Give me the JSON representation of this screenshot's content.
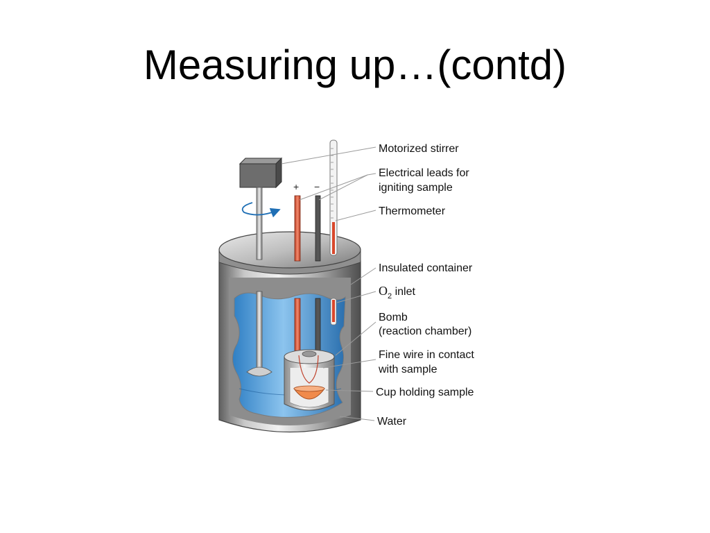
{
  "slide": {
    "title": "Measuring up…(contd)"
  },
  "diagram": {
    "polarity": {
      "plus": "+",
      "minus": "−"
    },
    "labels": {
      "motorized_stirrer": "Motorized stirrer",
      "electrical_leads_line1": "Electrical leads for",
      "electrical_leads_line2": "igniting sample",
      "thermometer": "Thermometer",
      "insulated_container": "Insulated container",
      "o2_inlet_o": "O",
      "o2_inlet_sub": "2",
      "o2_inlet_rest": " inlet",
      "bomb_line1": "Bomb",
      "bomb_line2": "(reaction chamber)",
      "fine_wire_line1": "Fine wire in contact",
      "fine_wire_line2": "with sample",
      "cup": "Cup holding sample",
      "water": "Water"
    },
    "colors": {
      "water": "#3f8fd0",
      "water_light": "#a9d3f2",
      "metal": "#b8b8b8",
      "metal_dark": "#6e6e6e",
      "lead_red": "#e5674a",
      "sample": "#f08a4b",
      "arrow_blue": "#1f6fb5"
    }
  }
}
